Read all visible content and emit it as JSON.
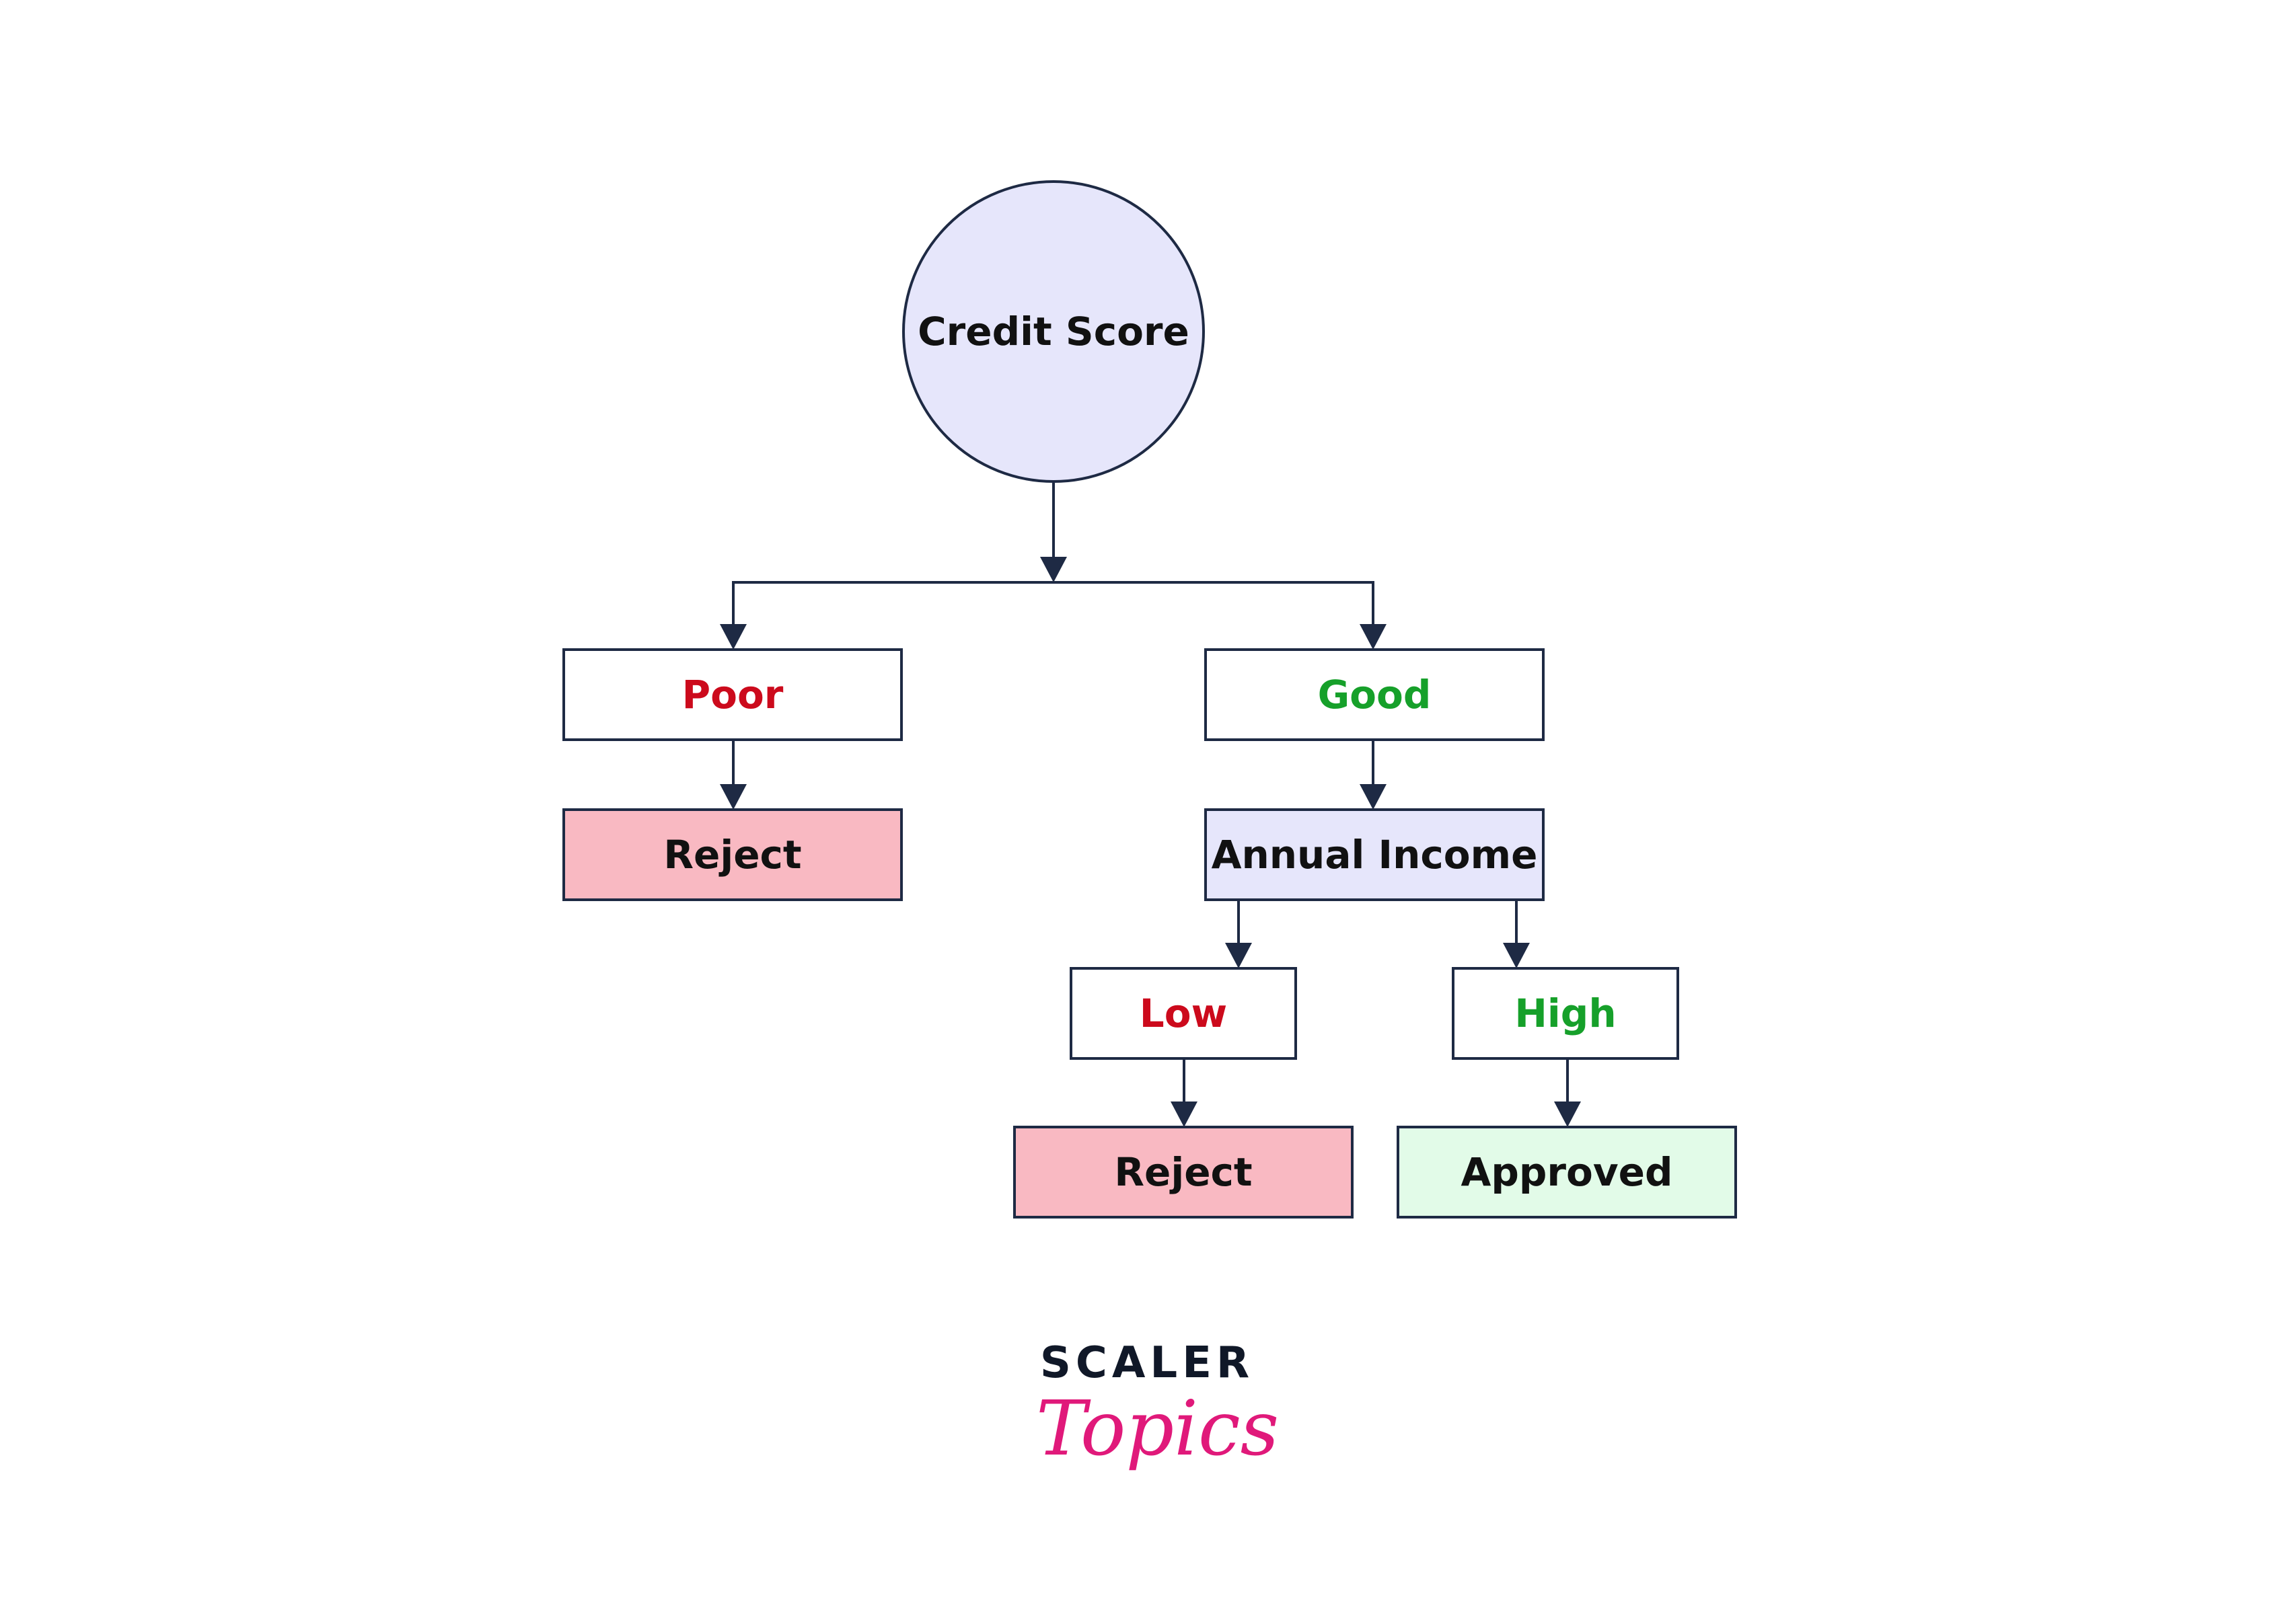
{
  "colors": {
    "stroke": "#1e2a44",
    "decision_fill": "#e6e6fb",
    "reject_fill": "#f9b9c2",
    "approve_fill": "#e2fbe8",
    "branch_fill": "#ffffff",
    "red_text": "#cc0a1c",
    "green_text": "#16a02a",
    "dark_text": "#111111",
    "logo_pink": "#e0197a",
    "logo_dark": "#101828"
  },
  "nodes": {
    "credit_score": "Credit Score",
    "poor": "Poor",
    "good": "Good",
    "reject_poor": "Reject",
    "annual_income": "Annual Income",
    "low": "Low",
    "high": "High",
    "reject_low": "Reject",
    "approved": "Approved"
  },
  "logo": {
    "brand": "SCALER",
    "sub": "Topics"
  }
}
